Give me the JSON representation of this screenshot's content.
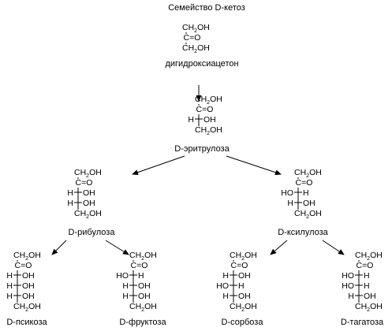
{
  "title": "Семейство D-кетоз",
  "molecules": [
    {
      "id": "dihydroxyacetone",
      "name": "дигидроксиацетон",
      "top": "CH2OH",
      "carbonyl": "C=O",
      "chiral": [],
      "bottom": "CH2OH"
    },
    {
      "id": "erythrulose",
      "name": "D-эритрулоза",
      "top": "CH2OH",
      "carbonyl": "C=O",
      "chiral": [
        {
          "left": "H",
          "right": "OH"
        }
      ],
      "bottom": "CH2OH"
    },
    {
      "id": "ribulose",
      "name": "D-рибулоза",
      "top": "CH2OH",
      "carbonyl": "C=O",
      "chiral": [
        {
          "left": "H",
          "right": "OH"
        },
        {
          "left": "H",
          "right": "OH"
        }
      ],
      "bottom": "CH2OH"
    },
    {
      "id": "xylulose",
      "name": "D-ксилулоза",
      "top": "CH2OH",
      "carbonyl": "C=O",
      "chiral": [
        {
          "left": "HO",
          "right": "H"
        },
        {
          "left": "H",
          "right": "OH"
        }
      ],
      "bottom": "CH2OH"
    },
    {
      "id": "psicose",
      "name": "D-псикоза",
      "top": "CH2OH",
      "carbonyl": "C=O",
      "chiral": [
        {
          "left": "H",
          "right": "OH"
        },
        {
          "left": "H",
          "right": "OH"
        },
        {
          "left": "H",
          "right": "OH"
        }
      ],
      "bottom": "CH2OH"
    },
    {
      "id": "fructose",
      "name": "D-фруктоза",
      "top": "CH2OH",
      "carbonyl": "C=O",
      "chiral": [
        {
          "left": "HO",
          "right": "H"
        },
        {
          "left": "H",
          "right": "OH"
        },
        {
          "left": "H",
          "right": "OH"
        }
      ],
      "bottom": "CH2OH"
    },
    {
      "id": "sorbose",
      "name": "D-сорбоза",
      "top": "CH2OH",
      "carbonyl": "C=O",
      "chiral": [
        {
          "left": "H",
          "right": "OH"
        },
        {
          "left": "HO",
          "right": "H"
        },
        {
          "left": "H",
          "right": "OH"
        }
      ],
      "bottom": "CH2OH"
    },
    {
      "id": "tagatose",
      "name": "D-тагатоза",
      "top": "CH2OH",
      "carbonyl": "C=O",
      "chiral": [
        {
          "left": "HO",
          "right": "H"
        },
        {
          "left": "HO",
          "right": "H"
        },
        {
          "left": "H",
          "right": "OH"
        }
      ],
      "bottom": "CH2OH"
    }
  ],
  "edges": [
    {
      "from": "dihydroxyacetone",
      "to": "erythrulose"
    },
    {
      "from": "erythrulose",
      "to": "ribulose"
    },
    {
      "from": "erythrulose",
      "to": "xylulose"
    },
    {
      "from": "ribulose",
      "to": "psicose"
    },
    {
      "from": "ribulose",
      "to": "fructose"
    },
    {
      "from": "xylulose",
      "to": "sorbose"
    },
    {
      "from": "xylulose",
      "to": "tagatose"
    }
  ]
}
